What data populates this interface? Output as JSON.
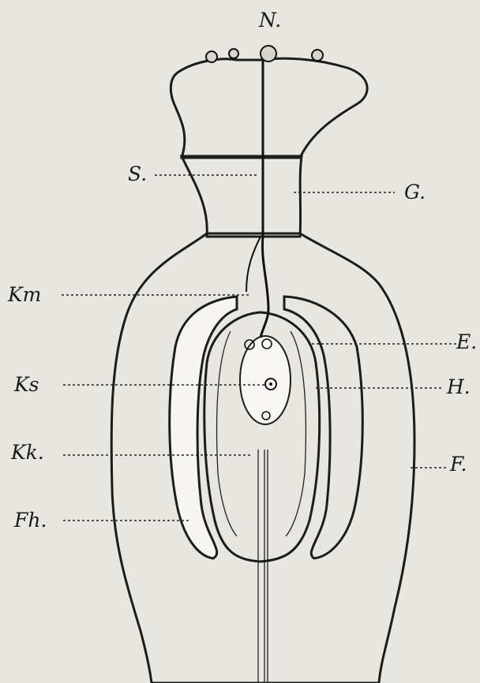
{
  "figure": {
    "background": "#e8e6e1",
    "ink": "#1c1c1c",
    "labels": {
      "N": "N.",
      "S": "S.",
      "G": "G.",
      "Km": "Km",
      "E": "E.",
      "Ks": "Ks",
      "H": "H.",
      "Kk": "Kk.",
      "F": "F.",
      "Fh": "Fh."
    }
  }
}
